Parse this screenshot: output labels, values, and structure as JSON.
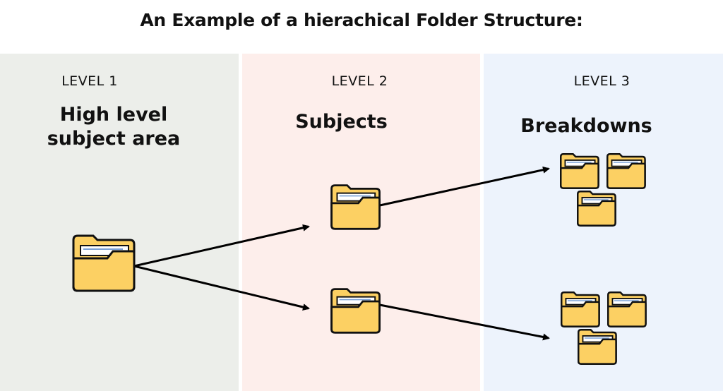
{
  "title": "An Example of a hierachical Folder Structure:",
  "colors": {
    "level1_bg": "#eceeea",
    "level2_bg": "#fdeeeb",
    "level3_bg": "#edf3fc",
    "folder_fill": "#fcd063",
    "folder_stroke": "#111111",
    "arrow": "#000000"
  },
  "columns": [
    {
      "level_label": "LEVEL 1",
      "heading": "High level subject area",
      "icon": "folder-icon"
    },
    {
      "level_label": "LEVEL 2",
      "heading": "Subjects",
      "icon": "folder-icon"
    },
    {
      "level_label": "LEVEL 3",
      "heading": "Breakdowns",
      "icon": "folder-icon"
    }
  ]
}
